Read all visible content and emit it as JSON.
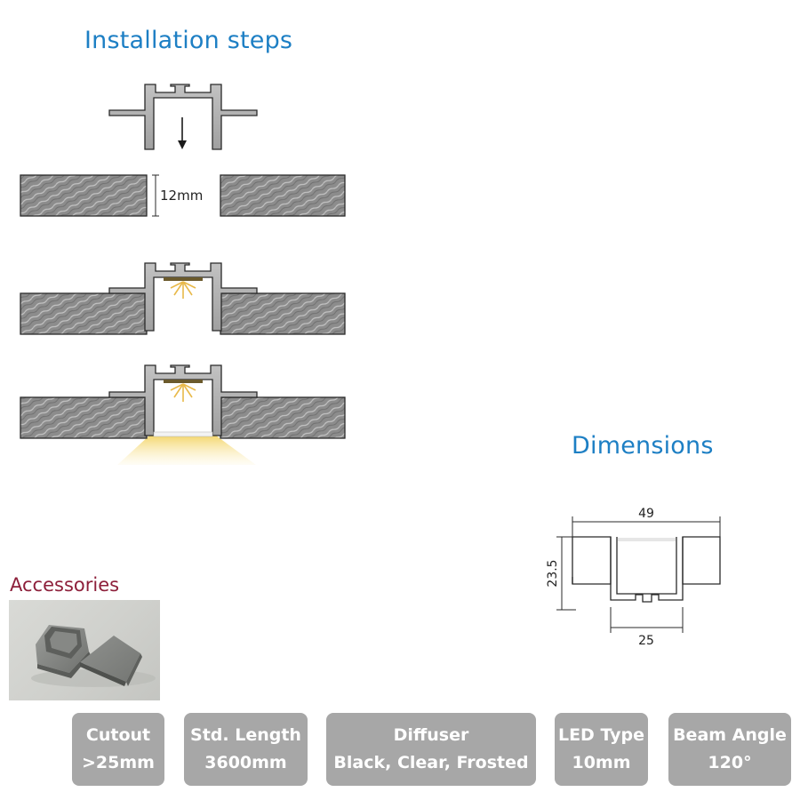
{
  "headings": {
    "installation": "Installation steps",
    "dimensions": "Dimensions",
    "accessories": "Accessories"
  },
  "installation_diagram": {
    "cutout_label": "12mm"
  },
  "dimensions_diagram": {
    "width_top": "49",
    "height": "23.5",
    "width_bottom": "25"
  },
  "specs": [
    {
      "title": "Cutout",
      "value": ">25mm"
    },
    {
      "title": "Std. Length",
      "value": "3600mm"
    },
    {
      "title": "Diffuser",
      "value": "Black, Clear, Frosted"
    },
    {
      "title": "LED Type",
      "value": "10mm"
    },
    {
      "title": "Beam Angle",
      "value": "120°"
    }
  ],
  "colors": {
    "heading_blue": "#1d7fc4",
    "accessories_red": "#8d1f3a",
    "spec_box": "#a7a7a7",
    "board": "#8a8a8a",
    "profile": "#b0b0b0",
    "light": "#f6dd84"
  }
}
